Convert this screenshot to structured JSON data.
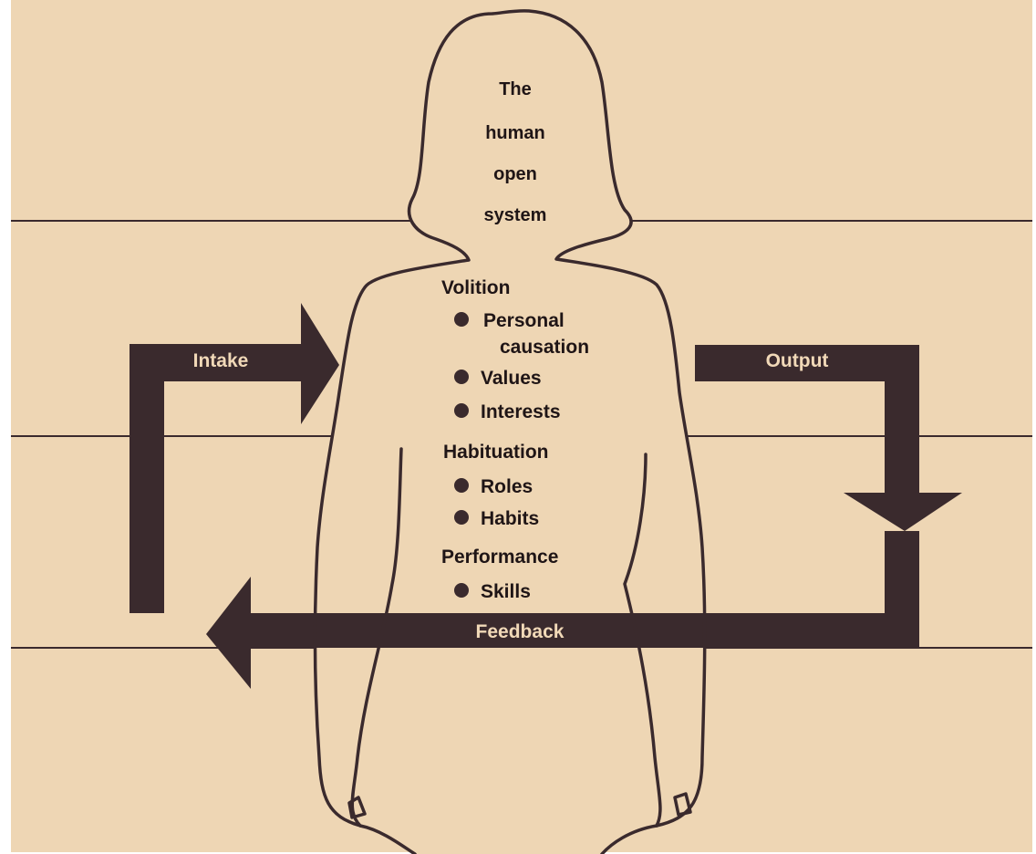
{
  "colors": {
    "background": "#eed6b4",
    "ink": "#3a2a2d",
    "arrow_label": "#f1d9b8"
  },
  "figure": {
    "title_lines": [
      "The",
      "human",
      "open",
      "system"
    ],
    "sections": [
      {
        "heading": "Volition",
        "items": [
          [
            "Personal",
            "causation"
          ],
          [
            "Values"
          ],
          [
            "Interests"
          ]
        ]
      },
      {
        "heading": "Habituation",
        "items": [
          [
            "Roles"
          ],
          [
            "Habits"
          ]
        ]
      },
      {
        "heading": "Performance",
        "items": [
          [
            "Skills"
          ]
        ]
      }
    ],
    "arrows": {
      "intake": "Intake",
      "output": "Output",
      "feedback": "Feedback"
    }
  }
}
